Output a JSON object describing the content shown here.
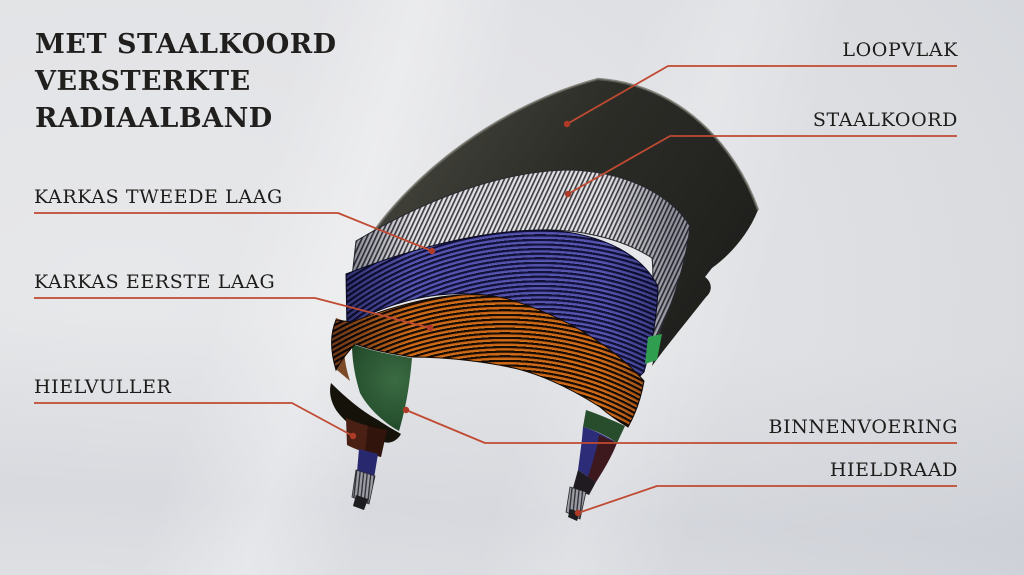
{
  "title": {
    "lines": [
      "MET STAALKOORD",
      "VERSTERKTE",
      "RADIAALBAND"
    ]
  },
  "labels": {
    "loopvlak": {
      "text": "LOOPVLAK"
    },
    "staalkoord": {
      "text": "STAALKOORD"
    },
    "karkas_tweede": {
      "text": "KARKAS TWEEDE LAAG"
    },
    "karkas_eerste": {
      "text": "KARKAS EERSTE LAAG"
    },
    "hielvuller": {
      "text": "HIELVULLER"
    },
    "binnenvoering": {
      "text": "BINNENVOERING"
    },
    "hieldraad": {
      "text": "HIELDRAAD"
    }
  },
  "diagram": {
    "subject": "Cutaway of a steel-cord reinforced radial tyre",
    "layers": [
      {
        "name": "Loopvlak",
        "color": "#2c2c27"
      },
      {
        "name": "Staalkoord",
        "color": "#e1e1e4"
      },
      {
        "name": "Karkas tweede laag",
        "color": "#4b4ba6"
      },
      {
        "name": "Karkas eerste laag",
        "color": "#c8631a"
      },
      {
        "name": "Binnenvoering",
        "color": "#2e5c36"
      },
      {
        "name": "Hielvuller",
        "color": "#4a2014"
      },
      {
        "name": "Hieldraad",
        "color": "#9c9ca4"
      }
    ]
  },
  "colors": {
    "leader_line": "#c04a32",
    "leader_dot": "#b03a28",
    "text": "#1d1c1a",
    "background_center": "#e4e5e8",
    "background_corner": "#c9ced9"
  }
}
